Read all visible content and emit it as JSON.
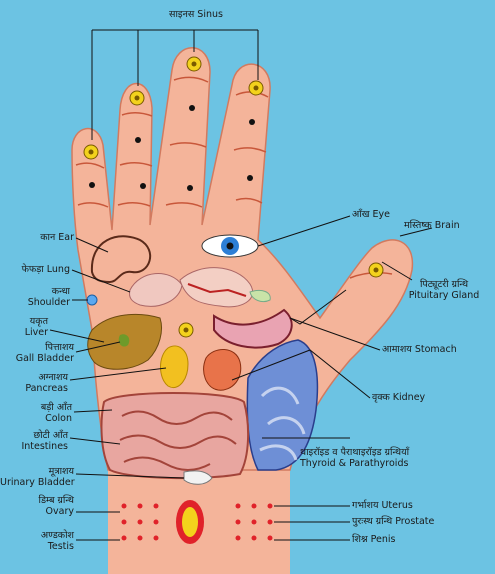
{
  "labels": {
    "sinus": "साइनस Sinus",
    "eye": "आँख Eye",
    "brain": "मस्तिष्क Brain",
    "pituitary_hi": "पिट्यूटरी ग्रन्थि",
    "pituitary_en": "Pituitary Gland",
    "ear": "कान Ear",
    "lung": "फेफड़ा Lung",
    "shoulder_hi": "कन्धा",
    "shoulder_en": "Shoulder",
    "liver_hi": "यकृत",
    "liver_en": "Liver",
    "gall_hi": "पित्ताशय",
    "gall_en": "Gall Bladder",
    "stomach": "आमाशय Stomach",
    "pancreas_hi": "अग्नाशय",
    "pancreas_en": "Pancreas",
    "kidney": "वृक्क Kidney",
    "colon_hi": "बड़ी आँत",
    "colon_en": "Colon",
    "intestines_hi": "छोटी आँत",
    "intestines_en": "Intestines",
    "thyroid_hi": "थाइरॉइड व पैराथाइरॉइड ग्रन्थियाँ",
    "thyroid_en": "Thyroid & Parathyroids",
    "bladder_hi": "मूत्राशय",
    "bladder_en": "Urinary Bladder",
    "uterus": "गर्भाशय Uterus",
    "ovary_hi": "डिम्ब ग्रन्थि",
    "ovary_en": "Ovary",
    "prostate": "पुरःस्थ ग्रन्थि Prostate",
    "testis_hi": "अण्डकोश",
    "testis_en": "Testis",
    "penis": "शिश्न Penis"
  },
  "colors": {
    "background": "#6cc3e3",
    "skin": "#f4b49a",
    "skin_line": "#c8573a",
    "pointer": "#111111",
    "reflex_point": "#e0222a",
    "sinus_point": "#f3d21c",
    "eye_iris": "#2d7fd6",
    "liver": "#b8862a",
    "stomach": "#e9a3b2",
    "pancreas": "#f2c020",
    "thyroid": "#6e8fd6"
  },
  "icons": {
    "sinus_points": "sun-reflex-icon",
    "reflex_dots": "dot-icon",
    "central_point": "ring-point-icon"
  }
}
